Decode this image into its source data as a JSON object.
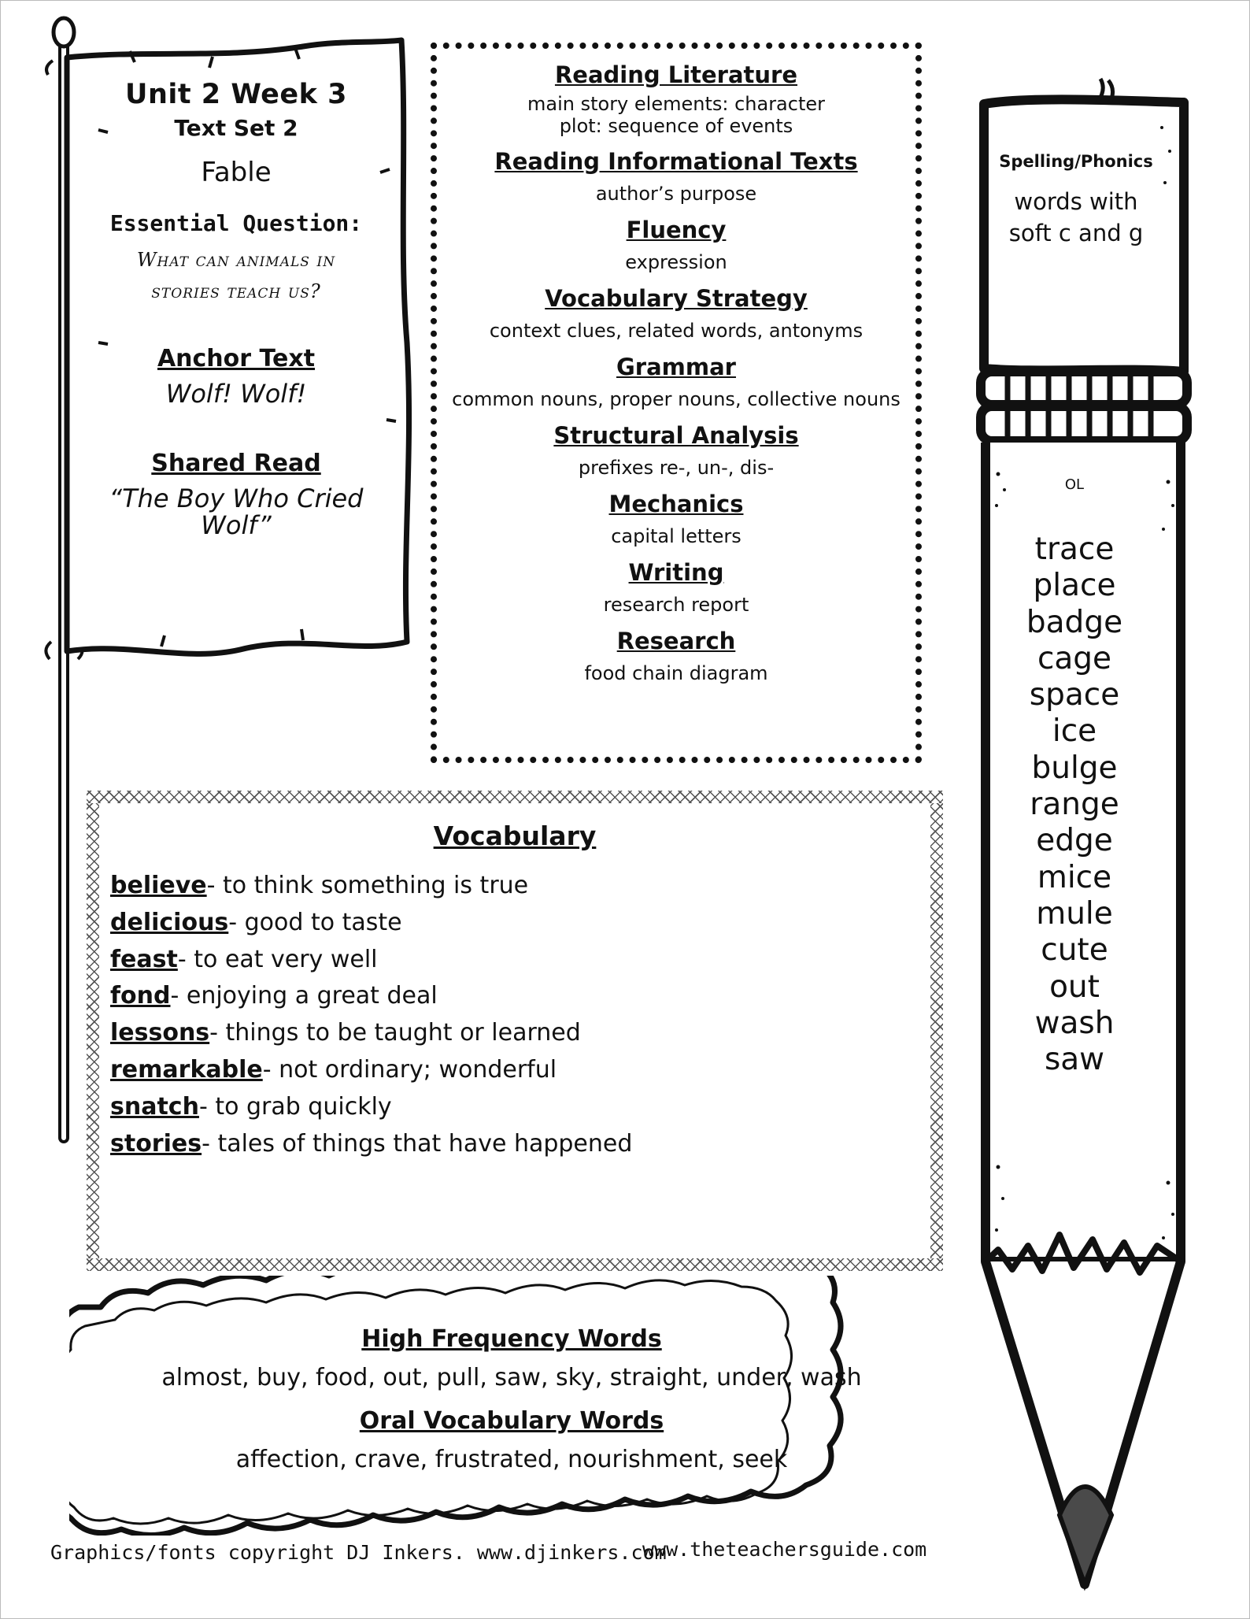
{
  "flag": {
    "title": "Unit 2 Week 3",
    "subtitle": "Text Set 2",
    "genre": "Fable",
    "eq_label": "Essential Question:",
    "eq_line1": "What can animals in",
    "eq_line2": "stories teach us?",
    "anchor_label": "Anchor Text",
    "anchor_text": "Wolf! Wolf!",
    "shared_label": "Shared Read",
    "shared_line1": "“The Boy Who Cried",
    "shared_line2": "Wolf”"
  },
  "skills": [
    {
      "heading": "Reading Literature",
      "text": "main story elements: character",
      "text2": "plot:  sequence of events"
    },
    {
      "heading": "Reading Informational Texts",
      "text": "author’s purpose"
    },
    {
      "heading": "Fluency",
      "text": "expression"
    },
    {
      "heading": "Vocabulary Strategy",
      "text": "context clues, related words, antonyms"
    },
    {
      "heading": "Grammar",
      "text": "common nouns, proper nouns, collective nouns"
    },
    {
      "heading": "Structural Analysis",
      "text": "prefixes  re-, un-, dis-"
    },
    {
      "heading": "Mechanics",
      "text": "capital letters"
    },
    {
      "heading": "Writing",
      "text": "research report"
    },
    {
      "heading": "Research",
      "text": "food chain diagram"
    }
  ],
  "pencil": {
    "spelling_label": "Spelling/Phonics",
    "spelling_line1": "words with",
    "spelling_line2": "soft c and g",
    "ol_label": "OL",
    "words": [
      "trace",
      "place",
      "badge",
      "cage",
      "space",
      "ice",
      "bulge",
      "range",
      "edge",
      "mice",
      "mule",
      "cute",
      "out",
      "wash",
      "saw"
    ]
  },
  "vocabulary": {
    "title": "Vocabulary",
    "items": [
      {
        "word": "believe",
        "def": "-  to think something is true"
      },
      {
        "word": "delicious",
        "def": "- good to taste"
      },
      {
        "word": "feast",
        "def": "- to eat very well"
      },
      {
        "word": "fond",
        "def": "- enjoying a great deal"
      },
      {
        "word": "lessons",
        "def": "- things to be taught or learned"
      },
      {
        "word": "remarkable",
        "def": "- not ordinary; wonderful"
      },
      {
        "word": "snatch",
        "def": "- to grab quickly"
      },
      {
        "word": "stories",
        "def": "- tales of things that have happened"
      }
    ]
  },
  "words_box": {
    "hf_label": "High Frequency Words",
    "hf_words": "almost, buy, food, out, pull, saw, sky, straight, under, wash",
    "oral_label": "Oral Vocabulary Words",
    "oral_words": "affection, crave, frustrated, nourishment, seek"
  },
  "footer": {
    "left": "Graphics/fonts copyright DJ Inkers. www.djinkers.com",
    "right": "www.theteachersguide.com"
  }
}
